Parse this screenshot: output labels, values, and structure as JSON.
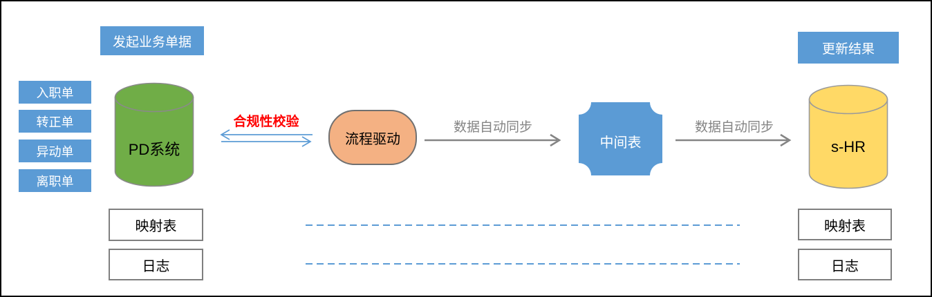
{
  "diagram": {
    "left": {
      "header_label": "发起业务单据",
      "items": [
        "入职单",
        "转正单",
        "异动单",
        "离职单"
      ],
      "source_system": "PD系统",
      "mapping_table": "映射表",
      "log": "日志"
    },
    "middle": {
      "compliance_check_label": "合规性校验",
      "process_node": "流程驱动",
      "sync_label_1": "数据自动同步",
      "intermediate_table": "中间表",
      "sync_label_2": "数据自动同步"
    },
    "right": {
      "header_label": "更新结果",
      "target_system": "s-HR",
      "mapping_table": "映射表",
      "log": "日志"
    },
    "colors": {
      "accent_blue": "#5B9BD5",
      "node_green": "#70AD47",
      "node_orange": "#F4B183",
      "node_yellow": "#FFD966",
      "arrow_gray": "#848484",
      "check_red": "#FF0000"
    }
  }
}
